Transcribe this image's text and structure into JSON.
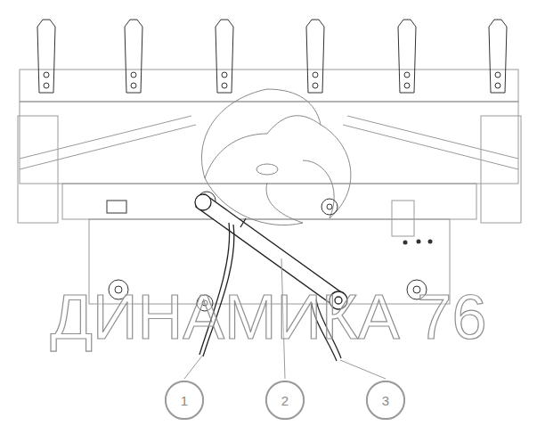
{
  "diagram": {
    "nodes": [
      {
        "text": [
          "1"
        ]
      },
      {
        "text": [
          "2"
        ]
      },
      {
        "text": [
          "3"
        ]
      }
    ],
    "labels": [
      "ДИНАМИКА 76"
    ]
  }
}
